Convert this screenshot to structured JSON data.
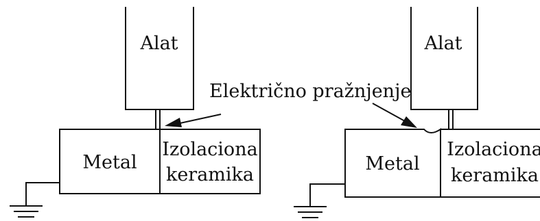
{
  "labels": {
    "tool": "Alat",
    "metal": "Metal",
    "ceramic_line1": "Izolaciona",
    "ceramic_line2": "keramika",
    "discharge": "Električno pražnjenje"
  },
  "colors": {
    "line": "#111111",
    "background": "#ffffff"
  }
}
